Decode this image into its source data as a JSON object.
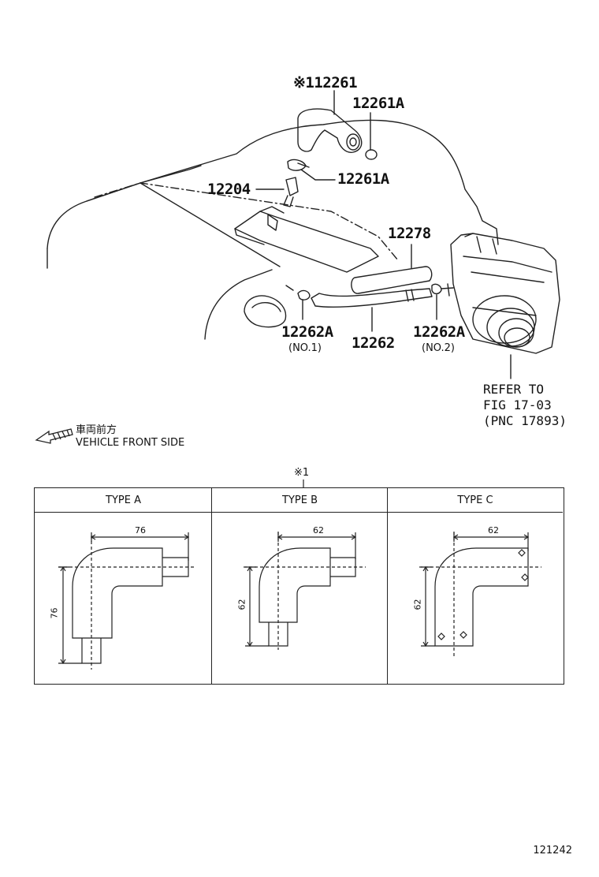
{
  "callouts": {
    "p12261": "※112261",
    "p12261a_top": "12261A",
    "p12261a_mid": "12261A",
    "p12204": "12204",
    "p12278": "12278",
    "p12262a_1": "12262A",
    "p12262a_1_note": "(NO.1)",
    "p12262": "12262",
    "p12262a_2": "12262A",
    "p12262a_2_note": "(NO.2)"
  },
  "reference": {
    "line1": "REFER TO",
    "line2": "FIG 17-03",
    "line3": "(PNC 17893)"
  },
  "orientation": {
    "jp": "車両前方",
    "en": "VEHICLE FRONT SIDE"
  },
  "table": {
    "marker": "※1",
    "types": [
      {
        "label": "TYPE A",
        "width_dim": "76",
        "height_dim": "76"
      },
      {
        "label": "TYPE B",
        "width_dim": "62",
        "height_dim": "62"
      },
      {
        "label": "TYPE C",
        "width_dim": "62",
        "height_dim": "62"
      }
    ]
  },
  "figure_id": "121242"
}
